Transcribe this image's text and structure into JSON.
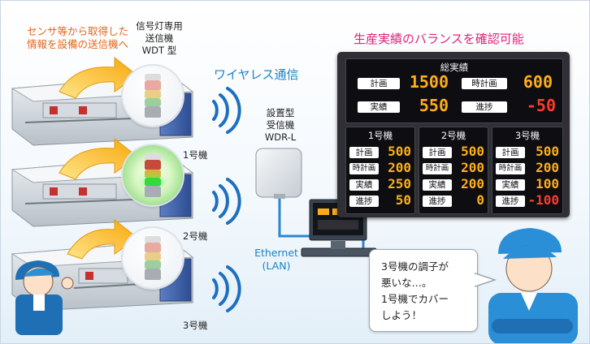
{
  "captions": {
    "sensor_note": [
      "センサ等から取得した",
      "情報を設備の送信機へ"
    ],
    "transmitter": [
      "信号灯専用",
      "送信機",
      "WDT 型"
    ],
    "wireless": "ワイヤレス通信",
    "receiver": [
      "設置型",
      "受信機",
      "WDR-L"
    ],
    "ethernet": [
      "Ethernet",
      "(LAN)"
    ],
    "board_caption": "生産実績のバランスを確認可能"
  },
  "machines": [
    {
      "label": "1号機",
      "lamp": "stack-light-off"
    },
    {
      "label": "2号機",
      "lamp": "stack-light-green-lit"
    },
    {
      "label": "3号機",
      "lamp": "stack-light-off"
    }
  ],
  "board": {
    "total_title": "総実績",
    "plan_label": "計画",
    "plan_value": "1500",
    "hourly_plan_label": "時計画",
    "hourly_plan_value": "600",
    "actual_label": "実績",
    "actual_value": "550",
    "progress_label": "進捗",
    "progress_value": "-50",
    "units": [
      {
        "name": "1号機",
        "rows": [
          {
            "label": "計画",
            "value": "500"
          },
          {
            "label": "時計画",
            "value": "200"
          },
          {
            "label": "実績",
            "value": "250"
          },
          {
            "label": "進捗",
            "value": "50"
          }
        ]
      },
      {
        "name": "2号機",
        "rows": [
          {
            "label": "計画",
            "value": "500"
          },
          {
            "label": "時計画",
            "value": "200"
          },
          {
            "label": "実績",
            "value": "200"
          },
          {
            "label": "進捗",
            "value": "0"
          }
        ]
      },
      {
        "name": "3号機",
        "rows": [
          {
            "label": "計画",
            "value": "500"
          },
          {
            "label": "時計画",
            "value": "200"
          },
          {
            "label": "実績",
            "value": "100"
          },
          {
            "label": "進捗",
            "value": "-100"
          }
        ]
      }
    ]
  },
  "speech": [
    "3号機の調子が",
    "悪いな…。",
    "1号機でカバー",
    "しよう！"
  ],
  "colors": {
    "accent_orange": "#e8651a",
    "accent_blue": "#1a82c8",
    "accent_magenta": "#e0237a",
    "led_amber": "#ffae17",
    "led_red": "#ff3a2a",
    "board_bg": "#2f2f35"
  }
}
